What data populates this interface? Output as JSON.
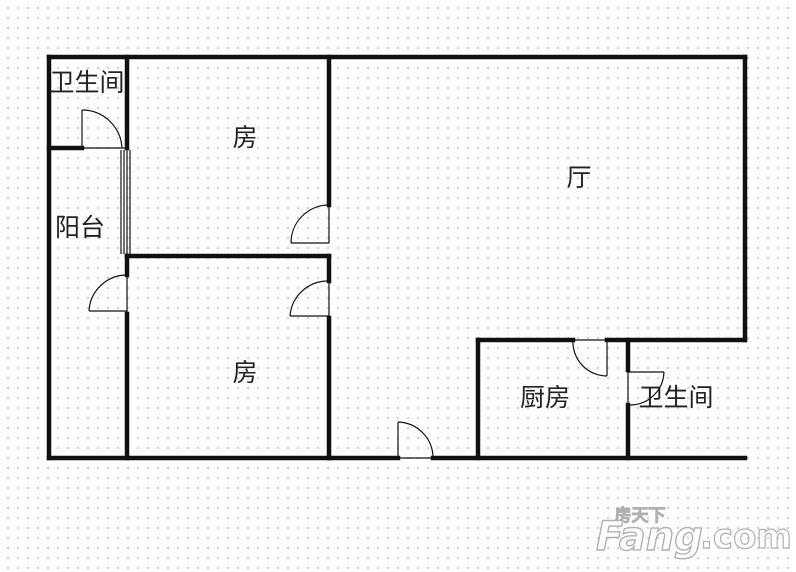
{
  "rooms": {
    "bathroom_top_left": "卫生间",
    "bedroom_top": "房",
    "living_room": "厅",
    "balcony": "阳台",
    "bedroom_bottom": "房",
    "kitchen": "厨房",
    "bathroom_bottom_right": "卫生间"
  },
  "watermark": {
    "chinese": "房天下",
    "latin": "Fang",
    "domain": ".com"
  }
}
